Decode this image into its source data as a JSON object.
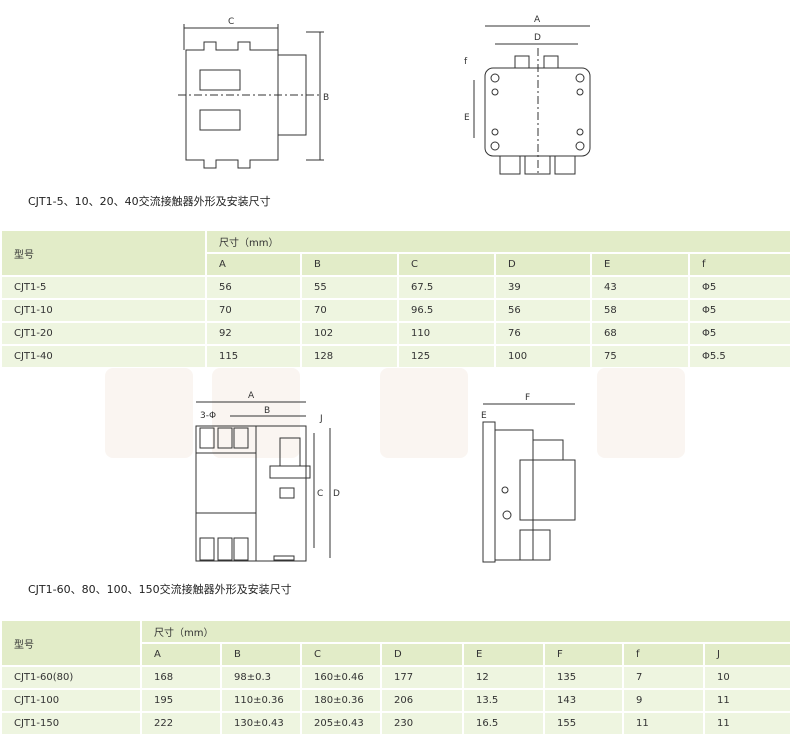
{
  "drawings": {
    "top_left": {
      "labels": [
        "C",
        "B"
      ]
    },
    "top_right": {
      "labels": [
        "A",
        "D",
        "f",
        "E"
      ]
    },
    "bottom_left": {
      "labels": [
        "A",
        "B",
        "3-Φ",
        "J",
        "C",
        "D"
      ]
    },
    "bottom_right": {
      "labels": [
        "F",
        "E"
      ]
    }
  },
  "table1": {
    "caption": "CJT1-5、10、20、40交流接触器外形及安装尺寸",
    "model_header": "型号",
    "dim_header": "尺寸（mm）",
    "columns": [
      "A",
      "B",
      "C",
      "D",
      "E",
      "f"
    ],
    "rows": [
      {
        "model": "CJT1-5",
        "values": [
          "56",
          "55",
          "67.5",
          "39",
          "43",
          "Φ5"
        ]
      },
      {
        "model": "CJT1-10",
        "values": [
          "70",
          "70",
          "96.5",
          "56",
          "58",
          "Φ5"
        ]
      },
      {
        "model": "CJT1-20",
        "values": [
          "92",
          "102",
          "110",
          "76",
          "68",
          "Φ5"
        ]
      },
      {
        "model": "CJT1-40",
        "values": [
          "115",
          "128",
          "125",
          "100",
          "75",
          "Φ5.5"
        ]
      }
    ]
  },
  "table2": {
    "caption": "CJT1-60、80、100、150交流接触器外形及安装尺寸",
    "model_header": "型号",
    "dim_header": "尺寸（mm）",
    "columns": [
      "A",
      "B",
      "C",
      "D",
      "E",
      "F",
      "f",
      "J"
    ],
    "rows": [
      {
        "model": "CJT1-60(80)",
        "values": [
          "168",
          "98±0.3",
          "160±0.46",
          "177",
          "12",
          "135",
          "7",
          "10"
        ]
      },
      {
        "model": "CJT1-100",
        "values": [
          "195",
          "110±0.36",
          "180±0.36",
          "206",
          "13.5",
          "143",
          "9",
          "11"
        ]
      },
      {
        "model": "CJT1-150",
        "values": [
          "222",
          "130±0.43",
          "205±0.43",
          "230",
          "16.5",
          "155",
          "11",
          "11"
        ]
      }
    ]
  }
}
